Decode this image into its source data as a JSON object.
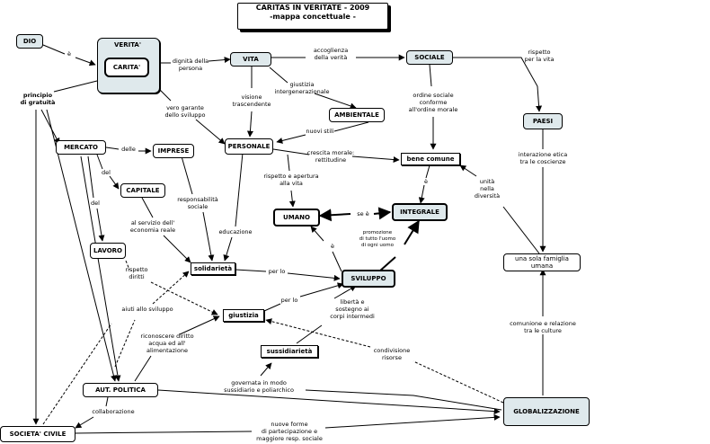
{
  "title": {
    "line1": "CARITAS IN VERITATE - 2009",
    "line2": "-mappa concettuale -"
  },
  "nodes": {
    "dio": "DIO",
    "verita": "VERITA'",
    "carita": "CARITA'",
    "vita": "VITA",
    "sociale": "SOCIALE",
    "paesi": "PAESI",
    "ambientale": "AMBIENTALE",
    "personale": "PERSONALE",
    "bene_comune": "bene comune",
    "mercato": "MERCATO",
    "imprese": "IMPRESE",
    "capitale": "CAPITALE",
    "lavoro": "LAVORO",
    "umano": "UMANO",
    "integrale": "INTEGRALE",
    "solidarieta": "solidarietà",
    "sviluppo": "SVILUPPO",
    "giustizia": "giustizia",
    "sussidiarieta": "sussidiarietà",
    "aut_politica": "AUT. POLITICA",
    "societa_civile": "SOCIETA' CIVILE",
    "globalizzazione": "GLOBALIZZAZIONE",
    "sola_famiglia": [
      "una sola famiglia",
      "umana"
    ]
  },
  "labels": {
    "e": "è",
    "principio": [
      "principio",
      "di gratuità"
    ],
    "dignita": [
      "dignità della",
      "persona"
    ],
    "accoglienza": [
      "accoglienza",
      "della verità"
    ],
    "rispetto_vita": [
      "rispetto",
      "per la vita"
    ],
    "giustizia_interg": [
      "giustizia",
      "intergenerazionale"
    ],
    "visione": [
      "visione",
      "trascendente"
    ],
    "vero_garante": [
      "vero garante",
      "dello sviluppo"
    ],
    "ordine_sociale": [
      "ordine  sociale",
      "conforme",
      "all'ordine morale"
    ],
    "nuovi_stili": "nuovi stili",
    "crescita": [
      "crescita morale:",
      "rettitudine"
    ],
    "interazione": [
      "interazione etica",
      "tra le coscienze"
    ],
    "delle": "delle",
    "del1": "del",
    "del2": "del",
    "responsabilita": [
      "responsabilità",
      "sociale"
    ],
    "rispetto_apertura": [
      "rispetto e apertura",
      "alla vita"
    ],
    "unita": [
      "unità",
      "nella",
      "diversità"
    ],
    "se": "se è",
    "e2": "è",
    "e3": "è",
    "al_servizio": [
      "al servizio dell'",
      "economia reale"
    ],
    "educazione": "educazione",
    "promozione": [
      "promozione",
      "di tutto l'uomo",
      "di ogni uomo"
    ],
    "rispetto_diritti": [
      "rispetto",
      "diritti"
    ],
    "per_lo1": "per lo",
    "per_lo2": "per lo",
    "liberta": [
      "libertà e",
      "sostegno ai",
      "corpi intermedi"
    ],
    "aiuti": "aiuti allo sviluppo",
    "comunione": [
      "comunione e relazione",
      "tra le culture"
    ],
    "riconoscere": [
      "riconoscere diritto",
      "acqua ed all'",
      "alimentazione"
    ],
    "condivisione": [
      "condivisione",
      "risorse"
    ],
    "governata": [
      "governata in modo",
      "sussidiario e poliarchico"
    ],
    "collaborazione": "collaborazione",
    "nuove_forme": [
      "nuove forme",
      "di partecipazione e",
      "maggiore resp. sociale"
    ]
  }
}
